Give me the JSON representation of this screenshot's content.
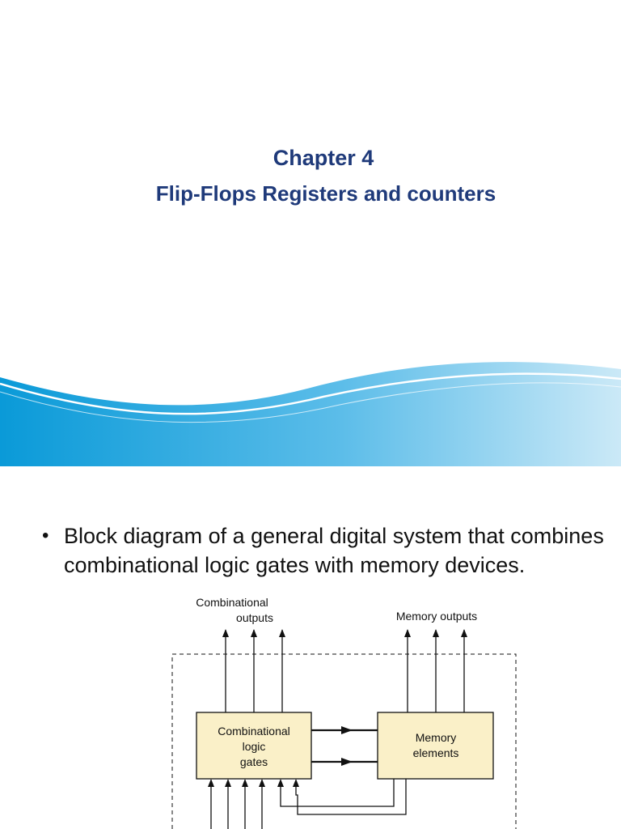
{
  "slide1": {
    "title_line1": "Chapter 4",
    "title_line2": "Flip-Flops Registers and counters"
  },
  "slide2": {
    "bullet_symbol": "•",
    "bullet_text": "Block diagram of a general digital system that combines combinational logic gates with memory devices.",
    "diagram": {
      "combinational_outputs_line1": "Combinational",
      "combinational_outputs_line2": "outputs",
      "memory_outputs": "Memory outputs",
      "comb_block_line1": "Combinational",
      "comb_block_line2": "logic",
      "comb_block_line3": "gates",
      "mem_block_line1": "Memory",
      "mem_block_line2": "elements"
    }
  },
  "colors": {
    "title": "#1f3a7a",
    "wave_dark": "#0a9ad8",
    "wave_light": "#c9e8f6",
    "block_fill": "#faf0c8"
  }
}
